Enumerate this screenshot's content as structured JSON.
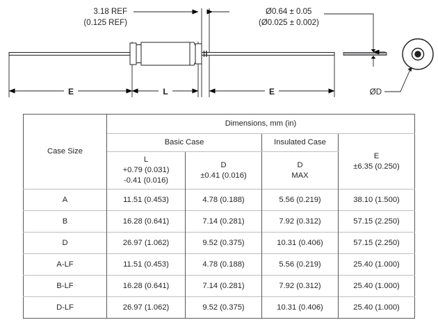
{
  "drawing": {
    "callouts": [
      {
        "name": "length-ref",
        "line1": "3.18 REF",
        "line2": "(0.125 REF)"
      },
      {
        "name": "lead-diameter",
        "line1": "Ø0.64 ± 0.05",
        "line2": "(Ø0.025 ± 0.002)"
      }
    ],
    "dimension_labels": {
      "lead_left": "E",
      "body": "L",
      "lead_right": "E",
      "body_diameter": "ØD"
    }
  },
  "table": {
    "col_case_size": "Case Size",
    "col_dimensions": "Dimensions, mm (in)",
    "group_basic": "Basic Case",
    "group_insulated": "Insulated Case",
    "sub": {
      "basic_L": {
        "symbol": "L",
        "tol1": "+0.79 (0.031)",
        "tol2": "-0.41 (0.016)"
      },
      "basic_D": {
        "symbol": "D",
        "tol1": "±0.41 (0.016)"
      },
      "ins_D": {
        "symbol": "D",
        "tol1": "MAX"
      },
      "E": {
        "symbol": "E",
        "tol1": "±6.35 (0.250)"
      }
    },
    "rows": [
      {
        "case": "A",
        "basic_l": "11.51 (0.453)",
        "basic_d": "4.78 (0.188)",
        "ins_d": "5.56 (0.219)",
        "e": "38.10 (1.500)"
      },
      {
        "case": "B",
        "basic_l": "16.28 (0.641)",
        "basic_d": "7.14 (0.281)",
        "ins_d": "7.92 (0.312)",
        "e": "57.15 (2.250)"
      },
      {
        "case": "D",
        "basic_l": "26.97 (1.062)",
        "basic_d": "9.52 (0.375)",
        "ins_d": "10.31 (0.406)",
        "e": "57.15 (2.250)"
      },
      {
        "case": "A-LF",
        "basic_l": "11.51 (0.453)",
        "basic_d": "4.78 (0.188)",
        "ins_d": "5.56 (0.219)",
        "e": "25.40 (1.000)"
      },
      {
        "case": "B-LF",
        "basic_l": "16.28 (0.641)",
        "basic_d": "7.14 (0.281)",
        "ins_d": "7.92 (0.312)",
        "e": "25.40 (1.000)"
      },
      {
        "case": "D-LF",
        "basic_l": "26.97 (1.062)",
        "basic_d": "9.52 (0.375)",
        "ins_d": "10.31 (0.406)",
        "e": "25.40 (1.000)"
      }
    ]
  }
}
